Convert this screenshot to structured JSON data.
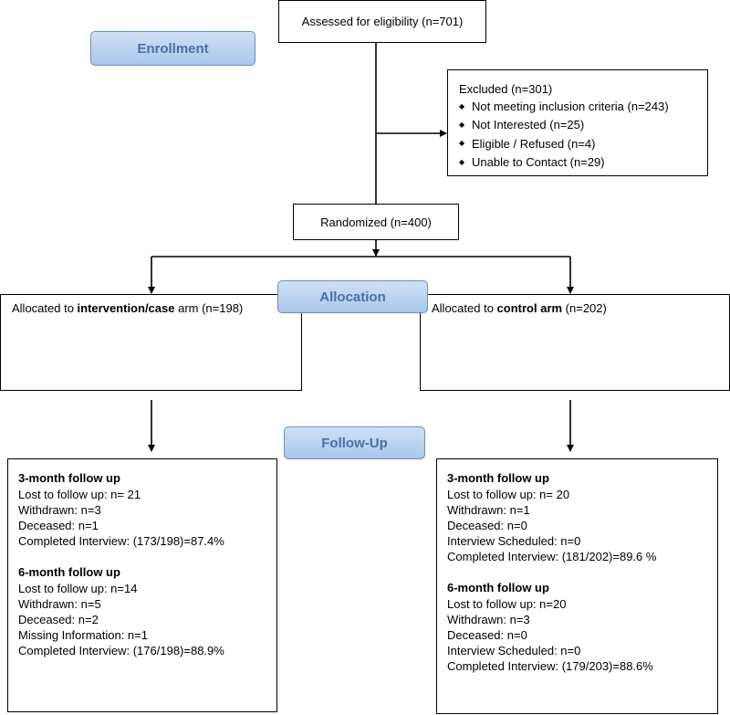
{
  "assessed": "Assessed for eligibility (n=701)",
  "stages": {
    "enrollment": "Enrollment",
    "allocation": "Allocation",
    "followup": "Follow-Up"
  },
  "excluded": {
    "title": "Excluded (n=301)",
    "bullet_glyph": "◆",
    "items": [
      "Not meeting inclusion criteria (n=243)",
      "Not Interested (n=25)",
      "Eligible / Refused (n=4)",
      "Unable to Contact (n=29)"
    ]
  },
  "randomized": "Randomized (n=400)",
  "arms": {
    "intervention": {
      "prefix": "Allocated to ",
      "bold": "intervention/case",
      "suffix": " arm (n=198)"
    },
    "control": {
      "prefix": "Allocated to ",
      "bold": "control arm",
      "suffix": " (n=202)"
    }
  },
  "followup_left": {
    "m3_title": "3-month follow up",
    "m3_lines": [
      "Lost to follow up: n= 21",
      "Withdrawn: n=3",
      "Deceased: n=1",
      "Completed Interview: (173/198)=87.4%"
    ],
    "m6_title": "6-month follow up",
    "m6_lines": [
      "Lost to follow up:  n=14",
      "Withdrawn: n=5",
      "Deceased: n=2",
      "Missing Information: n=1",
      "Completed Interview: (176/198)=88.9%"
    ]
  },
  "followup_right": {
    "m3_title": "3-month follow up",
    "m3_lines": [
      "Lost to follow up: n= 20",
      "Withdrawn: n=1",
      "Deceased: n=0",
      "Interview Scheduled: n=0",
      "Completed Interview: (181/202)=89.6 %"
    ],
    "m6_title": "6-month follow up",
    "m6_lines": [
      "Lost to follow up:  n=20",
      "Withdrawn: n=3",
      "Deceased: n=0",
      "Interview Scheduled: n=0",
      "Completed Interview: (179/203)=88.6%"
    ]
  }
}
